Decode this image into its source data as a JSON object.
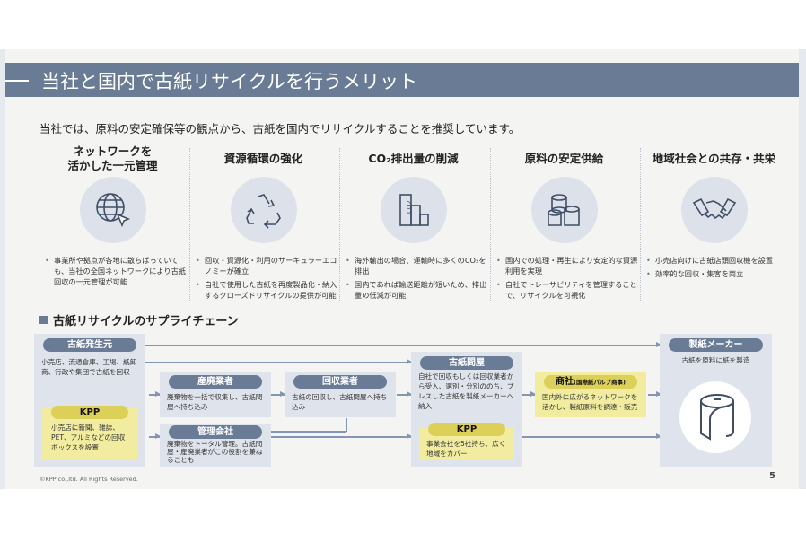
{
  "title": "当社と国内で古紙リサイクルを行うメリット",
  "lead": "当社では、原料の安定確保等の観点から、古紙を国内でリサイクルすることを推奨しています。",
  "merits": [
    {
      "heading": "ネットワークを\n活かした一元管理",
      "icon": "globe-cursor-icon",
      "bullets": [
        "事業所や拠点が各地に散らばっていても、当社の全国ネットワークにより古紙回収の一元管理が可能"
      ]
    },
    {
      "heading": "資源循環の強化",
      "icon": "recycle-icon",
      "bullets": [
        "回収・資源化・利用のサーキュラーエコノミーが確立",
        "自社で使用した古紙を再度製品化・納入するクローズドリサイクルの提供が可能"
      ]
    },
    {
      "heading": "CO₂排出量の削減",
      "icon": "co2-bars-icon",
      "bullets": [
        "海外輸出の場合、運輸時に多くのCO₂を排出",
        "国内であれば輸送距離が短いため、排出量の低減が可能"
      ]
    },
    {
      "heading": "原料の安定供給",
      "icon": "paper-rolls-icon",
      "bullets": [
        "国内での処理・再生により安定的な資源利用を実現",
        "自社でトレーサビリティを管理することで、リサイクルを可視化"
      ]
    },
    {
      "heading": "地域社会との共存・共栄",
      "icon": "handshake-icon",
      "bullets": [
        "小売店向けに古紙店頭回収機を設置",
        "効率的な回収・集客を両立"
      ]
    }
  ],
  "supply_chain": {
    "heading": "古紙リサイクルのサプライチェーン",
    "source": {
      "label": "古紙発生元",
      "text": "小売店、流通倉庫、工場、紙卸商、行政や集団で古紙を回収",
      "kpp_label": "KPP",
      "kpp_text": "小売店に新聞、雑誌、PET、アルミなどの回収ボックスを設置"
    },
    "industrial": {
      "label": "産廃業者",
      "text": "廃棄物を一括で収集し、古紙問屋へ持ち込み"
    },
    "management": {
      "label": "管理会社",
      "text": "廃棄物をトータル管理。古紙問屋・産廃業者がこの役割を兼ねることも"
    },
    "collector": {
      "label": "回収業者",
      "text": "古紙の回収し、古紙問屋へ持ち込み"
    },
    "wholesaler": {
      "label": "古紙問屋",
      "text": "自社で回収もしくは回収業者から受入、選別・分別ののち、プレスした古紙を製紙メーカーへ納入",
      "kpp_label": "KPP",
      "kpp_text": "事業会社を5社持ち、広く地域をカバー"
    },
    "trading": {
      "label": "商社",
      "label_sub": "(国際紙パルプ商事)",
      "text": "国内外に広がるネットワークを活かし、製紙原料を調達・販売"
    },
    "maker": {
      "label": "製紙メーカー",
      "text": "古紙を原料に紙を製造",
      "icon": "paper-roll-icon"
    }
  },
  "footer": "©KPP co.,ltd. All Rights Reserved.",
  "page_number": "5"
}
